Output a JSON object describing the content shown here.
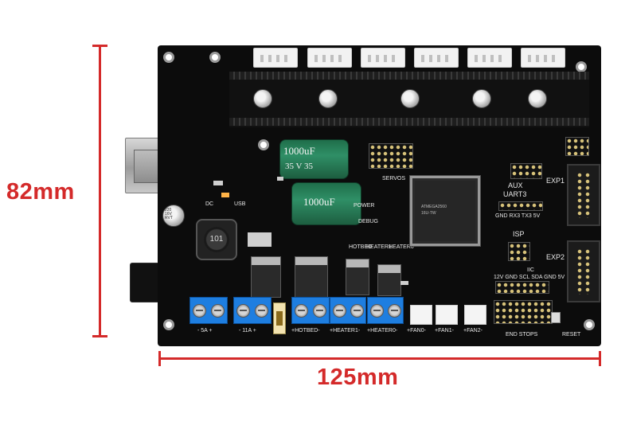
{
  "dimensions": {
    "height_label": "82mm",
    "width_label": "125mm"
  },
  "colors": {
    "dimension_red": "#d42a2a",
    "board_black": "#0c0c0c",
    "terminal_blue": "#1e7ee0",
    "capacitor_green": "#2f8f66"
  },
  "board": {
    "capacitor_1_top": "1000uF",
    "capacitor_1_bottom": "35   V   35",
    "capacitor_2": "1000uF",
    "inductor_label": "101",
    "silk": {
      "servos": "SERVOS",
      "power": "POWER",
      "debug": "DEBUG",
      "aux": "AUX",
      "uart3": "UART3",
      "exp1": "EXP1",
      "exp2": "EXP2",
      "isp": "ISP",
      "iic": "IIC",
      "end_stops": "END STOPS",
      "reset": "RESET",
      "dc": "DC",
      "usb": "USB",
      "hotbed": "HOTBED",
      "heater1": "HEATER1",
      "heater0": "HEATER0",
      "t_5a": "-   5A  +",
      "t_11a": "-   11A  +",
      "t_hotbed": "+HOTBED-",
      "t_heater1": "+HEATER1-",
      "t_heater0": "+HEATER0-",
      "t_fan0": "+FAN0-",
      "t_fan1": "+FAN1-",
      "t_fan2": "+FAN2-",
      "iic_pins": "12V GND  SCL  SDA GND  5V",
      "uart_pins": "GND RX3  TX3  5V",
      "rvt": "220\n16V\nRVT",
      "mcu_line1": "ATMEGA2560",
      "mcu_line2": "16U-TW"
    }
  }
}
